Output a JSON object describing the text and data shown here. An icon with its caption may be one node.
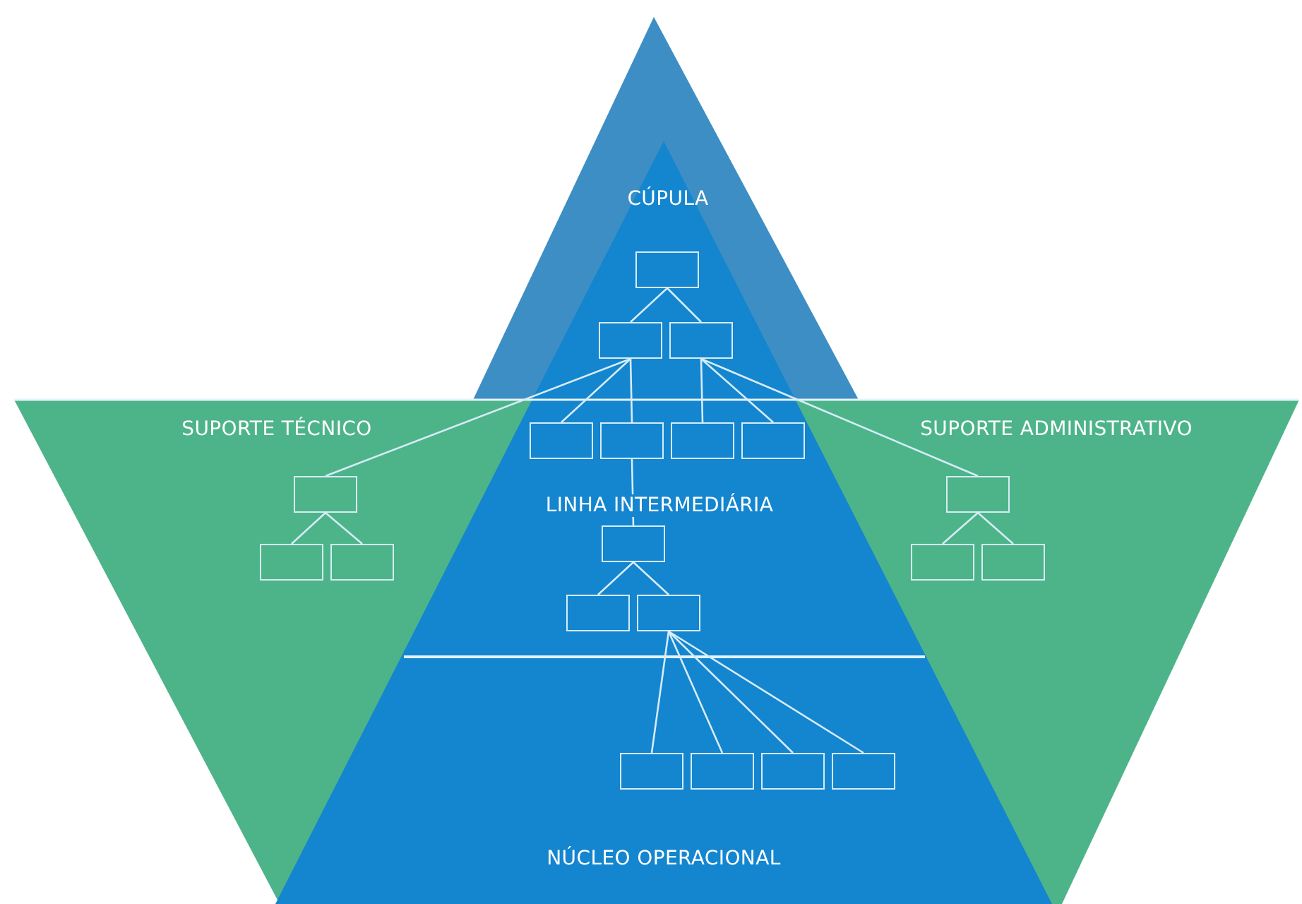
{
  "diagram": {
    "nodes": [
      {
        "text": [],
        "shape": "box"
      },
      {
        "text": [],
        "shape": "box"
      },
      {
        "text": [],
        "shape": "box"
      },
      {
        "text": [],
        "shape": "box"
      },
      {
        "text": [],
        "shape": "box"
      },
      {
        "text": [],
        "shape": "box"
      },
      {
        "text": [],
        "shape": "box"
      },
      {
        "text": [],
        "shape": "box"
      },
      {
        "text": [],
        "shape": "box"
      },
      {
        "text": [],
        "shape": "box"
      },
      {
        "text": [],
        "shape": "box"
      },
      {
        "text": [],
        "shape": "box"
      },
      {
        "text": [],
        "shape": "box"
      },
      {
        "text": [],
        "shape": "box"
      },
      {
        "text": [],
        "shape": "box"
      },
      {
        "text": [],
        "shape": "box"
      },
      {
        "text": [],
        "shape": "box"
      },
      {
        "text": [],
        "shape": "box"
      },
      {
        "text": [],
        "shape": "box"
      },
      {
        "text": [],
        "shape": "box"
      }
    ],
    "edges": [
      {
        "from": 0,
        "to": 1,
        "arrow": "none"
      },
      {
        "from": 0,
        "to": 2,
        "arrow": "none"
      },
      {
        "from": 1,
        "to": 3,
        "arrow": "none"
      },
      {
        "from": 1,
        "to": 4,
        "arrow": "none"
      },
      {
        "from": 2,
        "to": 5,
        "arrow": "none"
      },
      {
        "from": 2,
        "to": 6,
        "arrow": "none"
      },
      {
        "from": 1,
        "to": 7,
        "arrow": "none"
      },
      {
        "from": 2,
        "to": 8,
        "arrow": "none"
      },
      {
        "from": 4,
        "to": 13,
        "arrow": "none"
      },
      {
        "from": 7,
        "to": 9,
        "arrow": "none"
      },
      {
        "from": 7,
        "to": 10,
        "arrow": "none"
      },
      {
        "from": 8,
        "to": 11,
        "arrow": "none"
      },
      {
        "from": 8,
        "to": 12,
        "arrow": "none"
      },
      {
        "from": 13,
        "to": 14,
        "arrow": "none"
      },
      {
        "from": 13,
        "to": 15,
        "arrow": "none"
      },
      {
        "from": 15,
        "to": 16,
        "arrow": "none"
      },
      {
        "from": 15,
        "to": 17,
        "arrow": "none"
      },
      {
        "from": 15,
        "to": 18,
        "arrow": "none"
      },
      {
        "from": 15,
        "to": 19,
        "arrow": "none"
      }
    ],
    "labels": [
      "CÚPULA",
      "SUPORTE TÉCNICO",
      "SUPORTE ADMINISTRATIVO",
      "LINHA INTERMEDIÁRIA",
      "NÚCLEO OPERACIONAL"
    ]
  }
}
